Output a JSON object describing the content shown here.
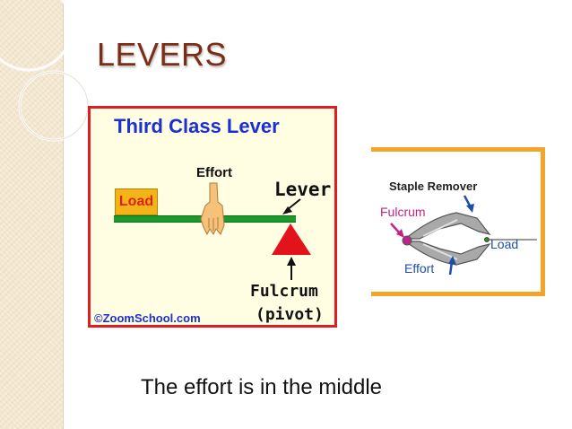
{
  "slide": {
    "title": "LEVERS",
    "caption": "The effort is in the middle"
  },
  "figure_third_class": {
    "title": "Third Class Lever",
    "load_label": "Load",
    "effort_label": "Effort",
    "lever_label": "Lever",
    "fulcrum_label": "Fulcrum",
    "pivot_label": "(pivot)",
    "credit": "©ZoomSchool.com"
  },
  "figure_staple_remover": {
    "title": "Staple Remover",
    "fulcrum_label": "Fulcrum",
    "load_label": "Load",
    "effort_label": "Effort"
  },
  "colors": {
    "title": "#7b2d16",
    "frame_red": "#e01d22",
    "frame_orange": "#f3a52a",
    "lever_green": "#1a9a2a",
    "fulcrum_red": "#e3131b",
    "heading_blue": "#1b2fd6"
  }
}
